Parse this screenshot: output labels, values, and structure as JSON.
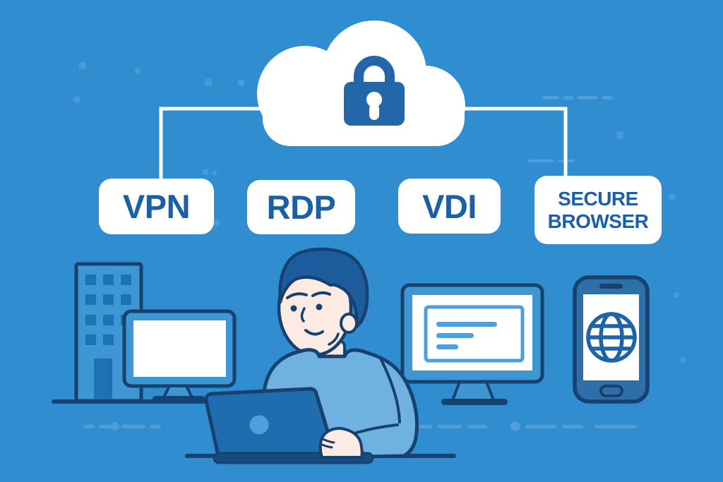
{
  "scene": {
    "access_methods": [
      {
        "id": "vpn",
        "label": "VPN"
      },
      {
        "id": "rdp",
        "label": "RDP"
      },
      {
        "id": "vdi",
        "label": "VDI"
      },
      {
        "id": "secure_browser",
        "label": "SECURE BROWSER"
      }
    ],
    "icons": {
      "cloud": "cloud-icon",
      "padlock": "padlock-icon",
      "building": "office-building-icon",
      "desktop": "desktop-monitor-icon",
      "document_screen": "document-monitor-icon",
      "laptop": "laptop-icon",
      "person": "person-at-laptop-icon",
      "smartphone": "smartphone-icon",
      "globe": "globe-icon"
    },
    "colors": {
      "background": "#2f8dd0",
      "outline_navy": "#17416f",
      "label_text": "#1d5fa5",
      "lock_blue": "#2366aa",
      "device_fill": "#3e97d2",
      "window_blue": "#1d72b6",
      "sweater_blue": "#6fb1e1",
      "skin": "#fdeae2",
      "hair_blue": "#1d5c9c",
      "laptop_blue": "#1f6cae",
      "screen_line_blue": "#4f9fd9",
      "white": "#ffffff"
    }
  }
}
